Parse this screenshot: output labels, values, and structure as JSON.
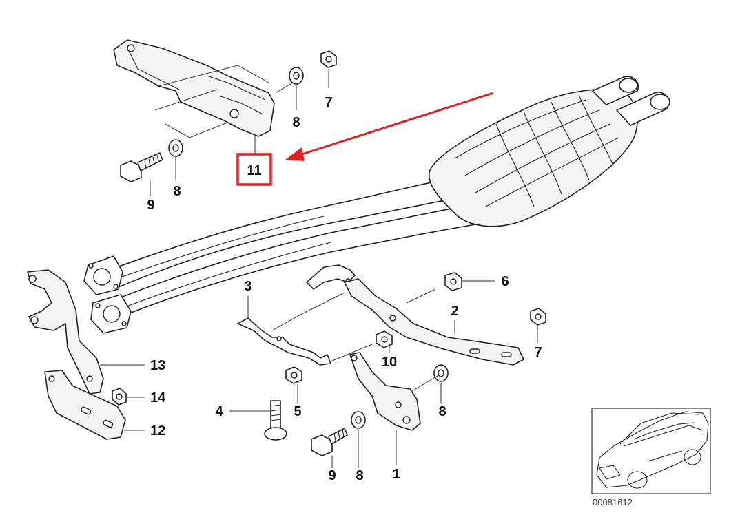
{
  "diagram": {
    "callouts": [
      {
        "id": "c11",
        "text": "11",
        "highlighted": true
      },
      {
        "id": "c7a",
        "text": "7"
      },
      {
        "id": "c8a",
        "text": "8"
      },
      {
        "id": "c8b",
        "text": "8"
      },
      {
        "id": "c9a",
        "text": "9"
      },
      {
        "id": "c3",
        "text": "3"
      },
      {
        "id": "c6",
        "text": "6"
      },
      {
        "id": "c2",
        "text": "2"
      },
      {
        "id": "c7b",
        "text": "7"
      },
      {
        "id": "c10",
        "text": "10"
      },
      {
        "id": "c13",
        "text": "13"
      },
      {
        "id": "c14",
        "text": "14"
      },
      {
        "id": "c12",
        "text": "12"
      },
      {
        "id": "c4",
        "text": "4"
      },
      {
        "id": "c5",
        "text": "5"
      },
      {
        "id": "c8c",
        "text": "8"
      },
      {
        "id": "c9b",
        "text": "9"
      },
      {
        "id": "c8d",
        "text": "8"
      },
      {
        "id": "c1",
        "text": "1"
      }
    ],
    "catalog_number": "00081612",
    "highlight_color": "#e02020",
    "arrow_color": "#e02020"
  }
}
